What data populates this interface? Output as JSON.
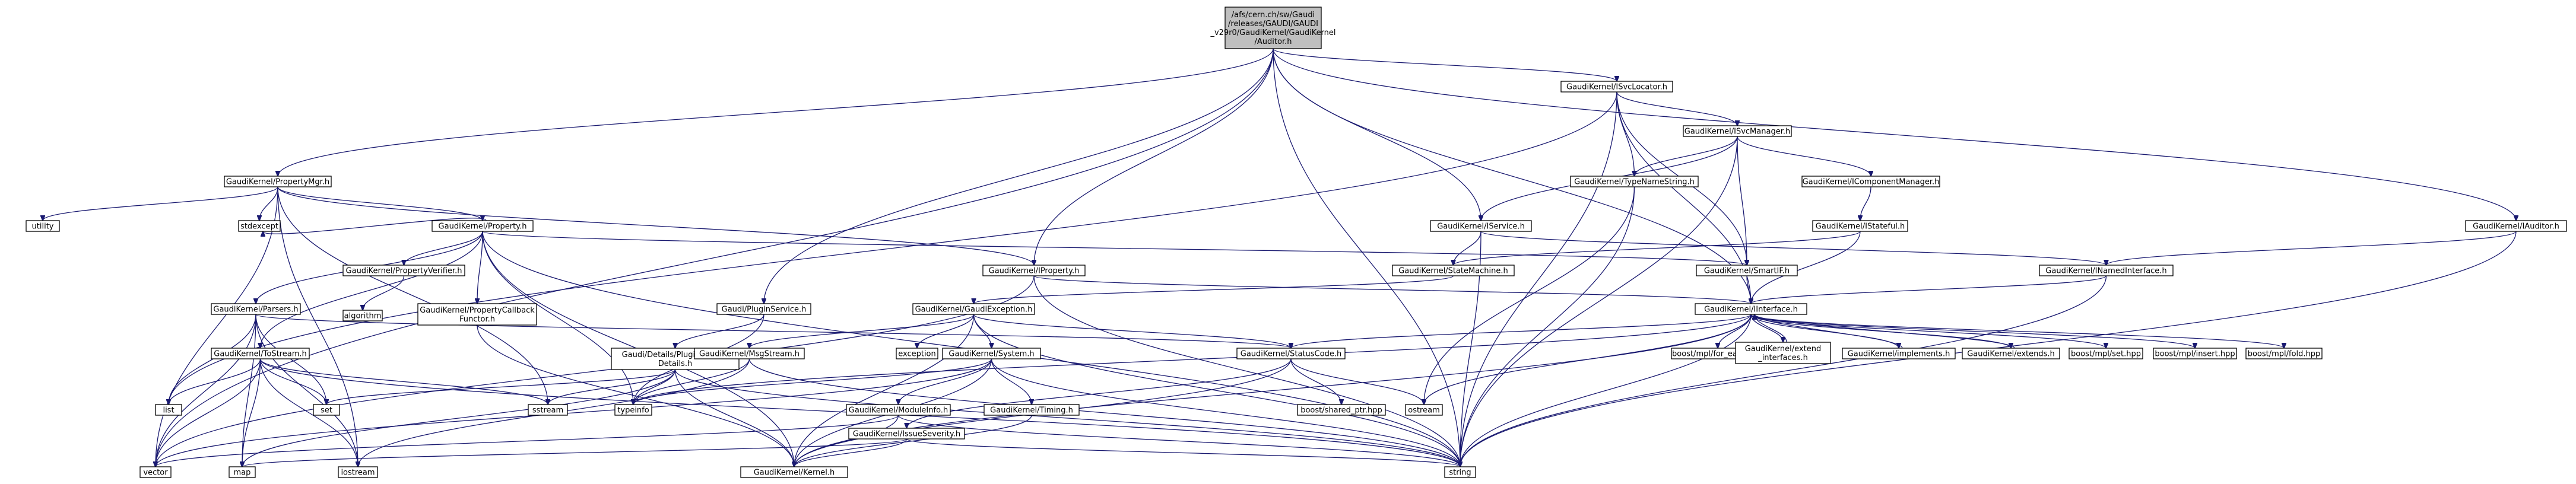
{
  "colors": {
    "edge": "#191970",
    "node_border": "#000000",
    "node_fill": "#ffffff",
    "root_fill": "#bfbfbf",
    "text": "#000000",
    "incomplete_border": "#ff0000"
  },
  "nodes": [
    {
      "id": "root",
      "lines": [
        "/afs/cern.ch/sw/Gaudi",
        "/releases/GAUDI/GAUDI",
        "_v29r0/GaudiKernel/GaudiKernel",
        "/Auditor.h"
      ],
      "root": true
    },
    {
      "id": "vector",
      "lines": [
        "vector"
      ]
    },
    {
      "id": "propertymgr",
      "lines": [
        "GaudiKernel/PropertyMgr.h"
      ]
    },
    {
      "id": "utility",
      "lines": [
        "utility"
      ]
    },
    {
      "id": "stdexcept",
      "lines": [
        "stdexcept"
      ]
    },
    {
      "id": "property",
      "lines": [
        "GaudiKernel/Property.h"
      ]
    },
    {
      "id": "propverifier",
      "lines": [
        "GaudiKernel/PropertyVerifier.h"
      ],
      "incomplete": true
    },
    {
      "id": "algorithm",
      "lines": [
        "algorithm"
      ]
    },
    {
      "id": "propcallback",
      "lines": [
        "GaudiKernel/PropertyCallback",
        "Functor.h"
      ]
    },
    {
      "id": "parsers",
      "lines": [
        "GaudiKernel/Parsers.h"
      ],
      "incomplete": true
    },
    {
      "id": "tostream",
      "lines": [
        "GaudiKernel/ToStream.h"
      ],
      "incomplete": true
    },
    {
      "id": "list",
      "lines": [
        "list"
      ]
    },
    {
      "id": "set",
      "lines": [
        "set"
      ]
    },
    {
      "id": "map",
      "lines": [
        "map"
      ]
    },
    {
      "id": "iostream",
      "lines": [
        "iostream"
      ]
    },
    {
      "id": "sstream",
      "lines": [
        "sstream"
      ]
    },
    {
      "id": "iproperty",
      "lines": [
        "GaudiKernel/IProperty.h"
      ]
    },
    {
      "id": "pluginservice",
      "lines": [
        "Gaudi/PluginService.h"
      ]
    },
    {
      "id": "pluginsvcdetails",
      "lines": [
        "Gaudi/Details/PluginService",
        "Details.h"
      ]
    },
    {
      "id": "typeinfo",
      "lines": [
        "typeinfo"
      ]
    },
    {
      "id": "gaudiexception",
      "lines": [
        "GaudiKernel/GaudiException.h"
      ]
    },
    {
      "id": "exception",
      "lines": [
        "exception"
      ]
    },
    {
      "id": "msgstream",
      "lines": [
        "GaudiKernel/MsgStream.h"
      ],
      "incomplete": true
    },
    {
      "id": "system",
      "lines": [
        "GaudiKernel/System.h"
      ]
    },
    {
      "id": "timing",
      "lines": [
        "GaudiKernel/Timing.h"
      ],
      "incomplete": true
    },
    {
      "id": "modulelnfo",
      "lines": [
        "GaudiKernel/ModuleInfo.h"
      ]
    },
    {
      "id": "issueseverity",
      "lines": [
        "GaudiKernel/IssueSeverity.h"
      ]
    },
    {
      "id": "kernel",
      "lines": [
        "GaudiKernel/Kernel.h"
      ]
    },
    {
      "id": "statuscode",
      "lines": [
        "GaudiKernel/StatusCode.h"
      ]
    },
    {
      "id": "sharedptr",
      "lines": [
        "boost/shared_ptr.hpp"
      ]
    },
    {
      "id": "ostream",
      "lines": [
        "ostream"
      ]
    },
    {
      "id": "string",
      "lines": [
        "string"
      ]
    },
    {
      "id": "isvclocator",
      "lines": [
        "GaudiKernel/ISvcLocator.h"
      ]
    },
    {
      "id": "isvcmanager",
      "lines": [
        "GaudiKernel/ISvcManager.h"
      ]
    },
    {
      "id": "typenamestring",
      "lines": [
        "GaudiKernel/TypeNameString.h"
      ]
    },
    {
      "id": "icomponentmanager",
      "lines": [
        "GaudiKernel/IComponentManager.h"
      ]
    },
    {
      "id": "istateful",
      "lines": [
        "GaudiKernel/IStateful.h"
      ]
    },
    {
      "id": "iservice",
      "lines": [
        "GaudiKernel/IService.h"
      ]
    },
    {
      "id": "statemachine",
      "lines": [
        "GaudiKernel/StateMachine.h"
      ]
    },
    {
      "id": "smartif",
      "lines": [
        "GaudiKernel/SmartIF.h"
      ]
    },
    {
      "id": "inamedinterface",
      "lines": [
        "GaudiKernel/INamedInterface.h"
      ]
    },
    {
      "id": "iauditor",
      "lines": [
        "GaudiKernel/IAuditor.h"
      ]
    },
    {
      "id": "iinterface",
      "lines": [
        "GaudiKernel/IInterface.h"
      ]
    },
    {
      "id": "mplforeach",
      "lines": [
        "boost/mpl/for_each.hpp"
      ]
    },
    {
      "id": "extendinterfaces",
      "lines": [
        "GaudiKernel/extend",
        "_interfaces.h"
      ]
    },
    {
      "id": "implements",
      "lines": [
        "GaudiKernel/implements.h"
      ]
    },
    {
      "id": "extends",
      "lines": [
        "GaudiKernel/extends.h"
      ]
    },
    {
      "id": "mplset",
      "lines": [
        "boost/mpl/set.hpp"
      ]
    },
    {
      "id": "mplinsert",
      "lines": [
        "boost/mpl/insert.hpp"
      ]
    },
    {
      "id": "mplfold",
      "lines": [
        "boost/mpl/fold.hpp"
      ]
    }
  ]
}
